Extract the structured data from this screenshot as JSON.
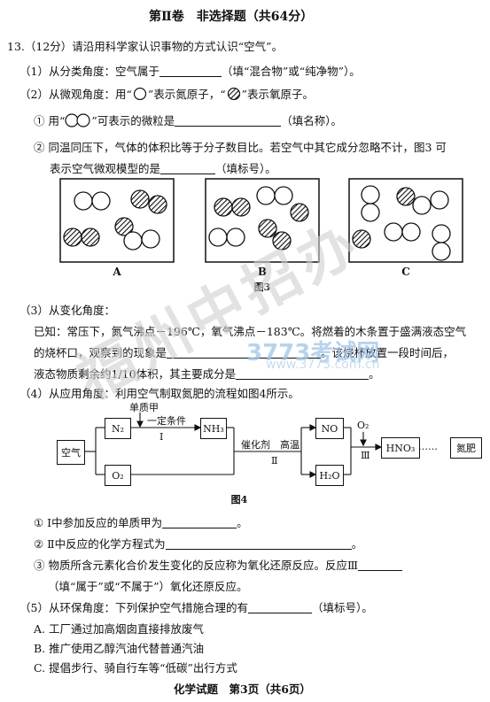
{
  "header": {
    "title": "第Ⅱ卷　非选择题（共64分）"
  },
  "q13": {
    "intro": "13.（12分）请沿用科学家认识事物的方式认识“空气”。",
    "p1": {
      "pre": "（1）从分类角度：空气属于",
      "post": "（填“混合物”或“纯净物”）。"
    },
    "p2": {
      "a": "（2）从微观角度：用“",
      "b": "”表示氮原子，“",
      "c": "”表示氧原子。"
    },
    "p2_1": {
      "a": "① 用“",
      "b": "”可表示的微粒是",
      "c": "（填名称）。"
    },
    "p2_2": {
      "l1": "② 同温同压下，气体的体积比等于分子数目比。若空气中其它成分忽略不计，图3 可",
      "l2pre": "表示空气微观模型的是",
      "l2post": "（填标号）。"
    },
    "fig3": {
      "labels": [
        "A",
        "B",
        "C"
      ],
      "caption": "图3"
    },
    "p3": {
      "head": "（3）从变化角度：",
      "l1": "已知：常压下，氮气沸点－196℃，氧气沸点－183℃。将燃着的木条置于盛满液态空气",
      "l2pre": "的烧杯口，观察到的现象是",
      "l2post": "。该烧杯放置一段时间后，",
      "l3pre": "液态物质剩余约1/10体积，其主要成分是",
      "l3post": "。"
    },
    "p4": {
      "head": "（4）从应用角度：利用空气制取氮肥的流程如图4所示。"
    },
    "fig4": {
      "air": "空气",
      "n2": "N₂",
      "o2": "O₂",
      "nh3": "NH₃",
      "no": "NO",
      "h2o": "H₂O",
      "hno3": "HNO₃",
      "fertilizer": "氮肥",
      "reactant": "单质甲",
      "condition": "一定条件",
      "step1": "Ⅰ",
      "catalyst": "催化剂",
      "heat": "高温",
      "step2": "Ⅱ",
      "o2_label": "O₂",
      "step3": "Ⅲ",
      "dots": "……",
      "caption": "图4"
    },
    "p4_1": {
      "pre": "① Ⅰ中参加反应的单质甲为",
      "post": "。"
    },
    "p4_2": {
      "pre": "② Ⅱ中反应的化学方程式为",
      "post": "。"
    },
    "p4_3": {
      "l1": "③ 物质所含元素化合价发生变化的反应称为氧化还原反应。反应Ⅲ",
      "l2pre": "（填“属于”或“不属于”）氧化还原反应。"
    },
    "p5": {
      "pre": "（5）从环保角度：下列保护空气措施合理的有",
      "post": "（填标号）。",
      "options": [
        "A. 工厂通过加高烟囱直接排放废气",
        "B. 推广使用乙醇汽油代替普通汽油",
        "C. 提倡步行、骑自行车等“低碳”出行方式"
      ]
    }
  },
  "footer": {
    "text": "化学试题　第3页（共6页）"
  },
  "watermarks": {
    "main": "福州中招办",
    "site": "3773考试网",
    "url": "www.3773.com.cn"
  }
}
